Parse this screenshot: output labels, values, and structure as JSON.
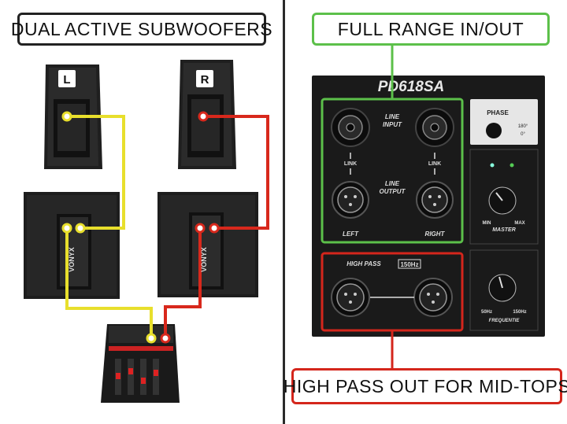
{
  "left_title": "DUAL ACTIVE SUBWOOFERS",
  "right_top_label": "FULL RANGE IN/OUT",
  "right_bottom_label": "HIGH PASS OUT FOR MID-TOPS",
  "speaker_left_badge": "L",
  "speaker_right_badge": "R",
  "sub_brand": "VONYX",
  "model": "PD618SA",
  "panel": {
    "line_input": [
      "LINE",
      "INPUT"
    ],
    "line_output": [
      "LINE",
      "OUTPUT"
    ],
    "link": "LINK",
    "left": "LEFT",
    "right": "RIGHT",
    "high_pass": "HIGH PASS",
    "high_pass_freq": "150Hz",
    "phase": "PHASE",
    "phase_180": "180°",
    "phase_0": "0°",
    "master": "MASTER",
    "min": "MIN",
    "max": "MAX",
    "frequentie": "FREQUENTIE",
    "freq_low": "50Hz",
    "freq_high": "150Hz"
  },
  "colors": {
    "left_cable": "#e8df2c",
    "right_cable": "#d8281c",
    "green_outline": "#5cc04a",
    "red_outline": "#d4261c",
    "panel": "#1a1a1a"
  }
}
